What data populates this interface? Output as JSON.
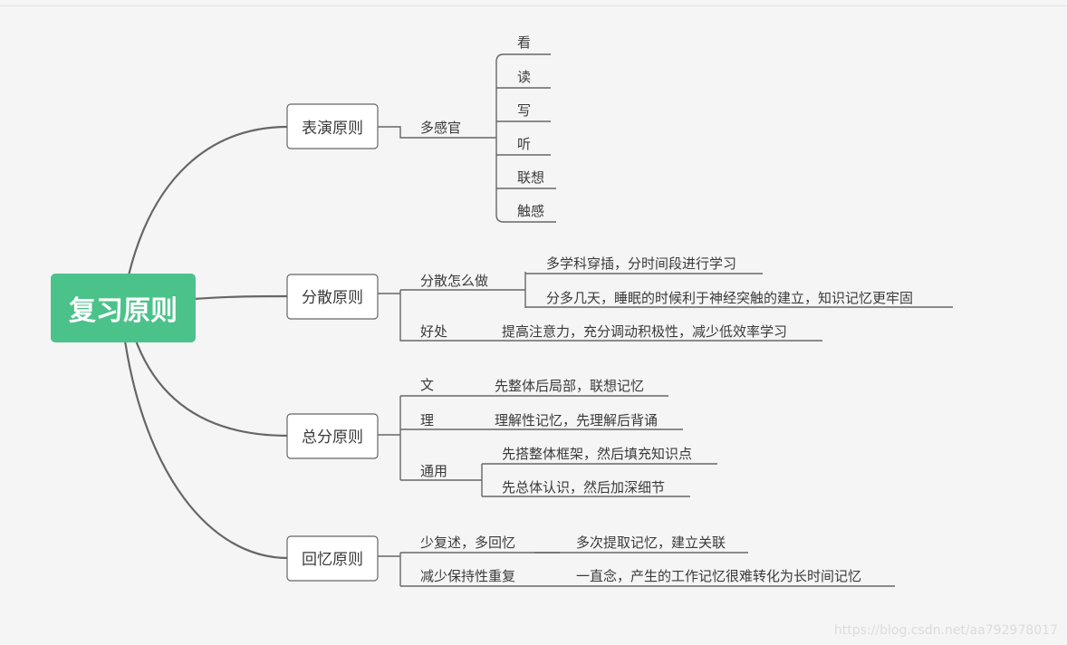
{
  "root": "复习原则",
  "branches": [
    {
      "label": "表演原则",
      "children": [
        {
          "label": "多感官",
          "children": [
            "看",
            "读",
            "写",
            "听",
            "联想",
            "触感"
          ]
        }
      ]
    },
    {
      "label": "分散原则",
      "children": [
        {
          "label": "分散怎么做",
          "children": [
            "多学科穿插，分时间段进行学习",
            "分多几天，睡眠的时候利于神经突触的建立，知识记忆更牢固"
          ]
        },
        {
          "label": "好处",
          "children": [
            "提高注意力，充分调动积极性，减少低效率学习"
          ]
        }
      ]
    },
    {
      "label": "总分原则",
      "children": [
        {
          "label": "文",
          "children": [
            "先整体后局部，联想记忆"
          ]
        },
        {
          "label": "理",
          "children": [
            "理解性记忆，先理解后背诵"
          ]
        },
        {
          "label": "通用",
          "children": [
            "先搭整体框架，然后填充知识点",
            "先总体认识，然后加深细节"
          ]
        }
      ]
    },
    {
      "label": "回忆原则",
      "children": [
        {
          "label": "少复述，多回忆",
          "children": [
            "多次提取记忆，建立关联"
          ]
        },
        {
          "label": "减少保持性重复",
          "children": [
            "一直念，产生的工作记忆很难转化为长时间记忆"
          ]
        }
      ]
    }
  ],
  "watermark": "https://blog.csdn.net/aa792978017"
}
